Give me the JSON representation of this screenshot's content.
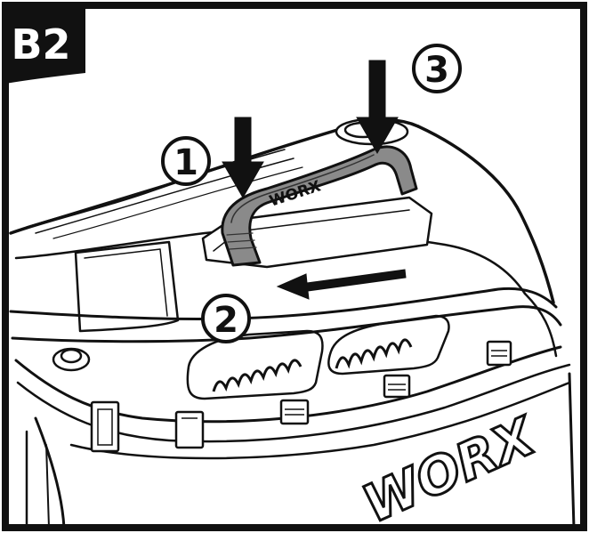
{
  "figure": {
    "badge": "B2",
    "steps": [
      "1",
      "2",
      "3"
    ],
    "handle_brand": "WORX",
    "body_brand": "WORX",
    "colors": {
      "ink": "#111111",
      "paper": "#ffffff",
      "handle_gray": "#8a8a8a",
      "badge_bg": "#111111",
      "badge_fg": "#ffffff"
    }
  }
}
